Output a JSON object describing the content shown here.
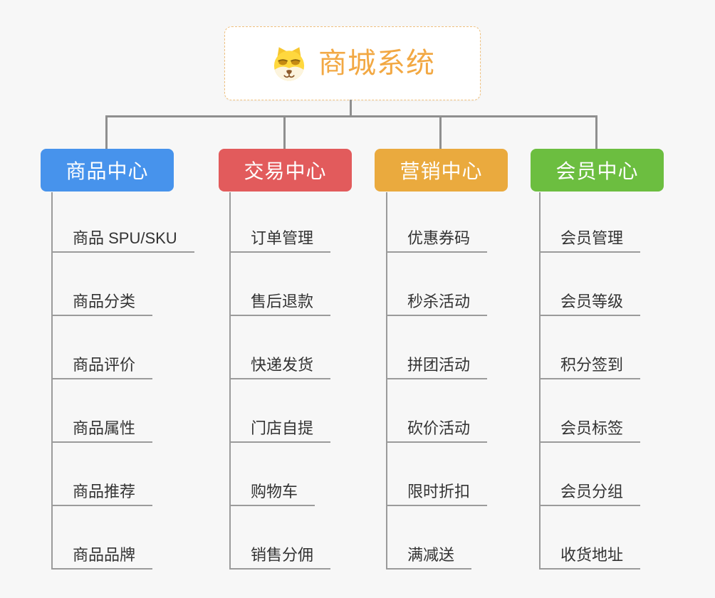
{
  "root": {
    "label": "商城系统",
    "text_color": "#F2A843",
    "border_color": "#EFC07E",
    "icon": "dog-face-icon"
  },
  "connector_color": "#8F8F8F",
  "child_text_color": "#333333",
  "branches": [
    {
      "label": "商品中心",
      "color": "#4793EC",
      "children": [
        "商品 SPU/SKU",
        "商品分类",
        "商品评价",
        "商品属性",
        "商品推荐",
        "商品品牌"
      ]
    },
    {
      "label": "交易中心",
      "color": "#E25B5C",
      "children": [
        "订单管理",
        "售后退款",
        "快递发货",
        "门店自提",
        "购物车",
        "销售分佣"
      ]
    },
    {
      "label": "营销中心",
      "color": "#EAAA3E",
      "children": [
        "优惠券码",
        "秒杀活动",
        "拼团活动",
        "砍价活动",
        "限时折扣",
        "满减送"
      ]
    },
    {
      "label": "会员中心",
      "color": "#6CBE40",
      "children": [
        "会员管理",
        "会员等级",
        "积分签到",
        "会员标签",
        "会员分组",
        "收货地址"
      ]
    }
  ]
}
